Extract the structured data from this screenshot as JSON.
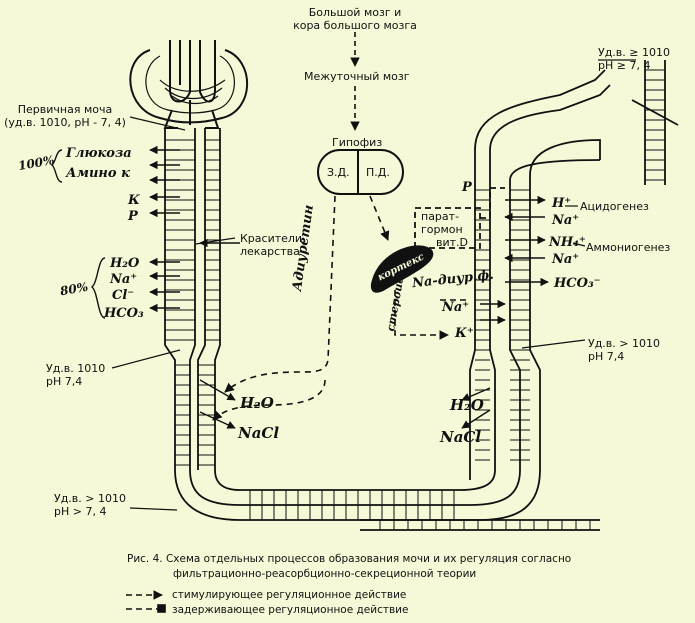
{
  "brain": {
    "line1": "Большой мозг и",
    "line2": "кора большого мозга"
  },
  "diencephalon": "Межуточный мозг",
  "pituitary": {
    "title": "Гипофиз",
    "left": "З.Д.",
    "right": "П.Д."
  },
  "primary_urine": {
    "line1": "Первичная моча",
    "line2": "(уд.в. 1010, рН - 7, 4)"
  },
  "dyes": {
    "line1": "Красители,",
    "line2": "лекарства"
  },
  "glucose_group": {
    "percent": "100%",
    "items": [
      "Глюкоза",
      "Амино к"
    ]
  },
  "left_ions_small": [
    "К",
    "Р"
  ],
  "reabsorb_group": {
    "percent": "80%",
    "items": [
      "Н₂О",
      "Na⁺",
      "Cl⁻",
      "НСО₃"
    ]
  },
  "label_left_sg": {
    "line1": "Уд.в. 1010",
    "line2": "рН 7,4"
  },
  "adiuretin": "Адиуретин",
  "descending_h2o": "Н₂О",
  "descending_nacl": "NaCl",
  "label_bottom_left": {
    "line1": "Уд.в. > 1010",
    "line2": "рН  > 7, 4"
  },
  "top_right": {
    "line1": "Уд.в. ≥ 1010",
    "line2": "рН   ≥ 7, 4"
  },
  "parathormone": {
    "line1": "парат-",
    "line2": "гормон"
  },
  "vit_d": "вит.D",
  "cortex": "кортекс",
  "sterol": "стероид",
  "na_dioxy": "Na-диур.ф.",
  "distal_p": "Р",
  "distal_left": [
    "Na⁺",
    "К⁺"
  ],
  "distal_right": [
    "Н⁺",
    "Na⁺",
    "NН₄⁺",
    "Na⁺",
    "НСО₃⁻"
  ],
  "acidogenesis": "Ацидогенез",
  "ammoniogenesis": "Аммониогенез",
  "label_right_sg": {
    "line1": "Уд.в. > 1010",
    "line2": "рН 7,4"
  },
  "ascending_h2o": "Н₂О",
  "ascending_nacl": "NaCl",
  "caption": {
    "line1": "Рис. 4.  Схема отдельных процессов образования мочи и их регуляция согласно",
    "line2": "фильтрационно-реасорбционно-секреционной теории"
  },
  "legend": [
    {
      "label": "стимулирующее регуляционное действие"
    },
    {
      "label": "задерживающее регуляционное действие"
    }
  ]
}
